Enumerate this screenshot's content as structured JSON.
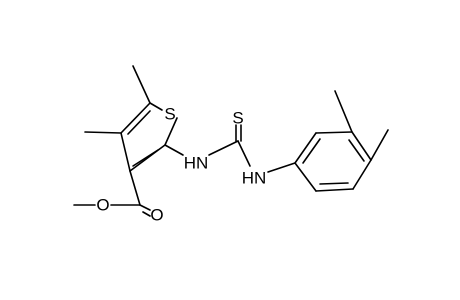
{
  "molecule": {
    "atom_labels": {
      "sulfur_ring": "S",
      "sulfur_thio": "S",
      "nh_left": "HN",
      "nh_right": "HN",
      "oxygen_ester": "O",
      "oxygen_carbonyl": "O"
    },
    "colors": {
      "bond": "#000000",
      "label": "#000000",
      "background": "#ffffff"
    }
  }
}
